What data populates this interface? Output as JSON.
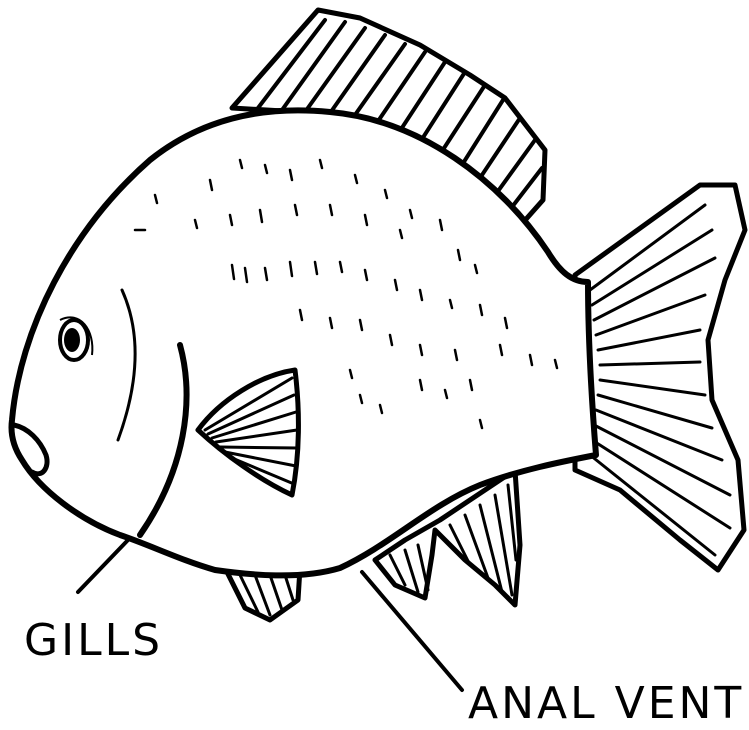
{
  "diagram": {
    "subject": "fish",
    "labels": {
      "gills": "GILLS",
      "anal_vent": "ANAL VENT"
    },
    "colors": {
      "ink": "#000000",
      "paper": "#ffffff"
    }
  }
}
